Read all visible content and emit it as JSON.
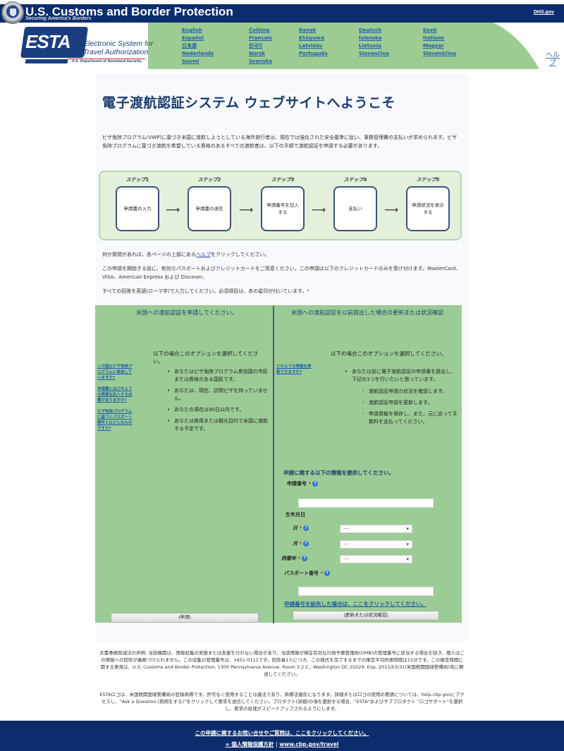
{
  "header": {
    "agency_title": "U.S. Customs and Border Protection",
    "agency_subtitle": "Securing America's Borders",
    "dhs_link": "DHS.gov",
    "logo_text": "ESTA",
    "logo_name_line1": "Electronic System for",
    "logo_name_line2": "Travel Authorization",
    "logo_dept": "U.S. Department of Homeland Security",
    "help_link": "ヘルプ"
  },
  "languages": [
    [
      "English",
      "Español",
      "日本語",
      "Nederlands",
      "Suomi"
    ],
    [
      "Čeština",
      "Français",
      "한국어",
      "Norsk",
      "Svenska"
    ],
    [
      "Dansk",
      "Ελληνικά",
      "Latviešu",
      "Português"
    ],
    [
      "Deutsch",
      "Íslenska",
      "Lietuvių",
      "Slovenčina"
    ],
    [
      "Eesti",
      "Italiano",
      "Magyar",
      "Slovenščina"
    ]
  ],
  "main": {
    "title": "電子渡航認証システム ウェブサイトへようこそ",
    "intro": "ビザ免除プログラム(VWP)に基づき米国に渡航しようとしている海外旅行者は、現在では強化された安全基準に従い、事務管理費の支払いが求められます。ビザ免除プログラムに基づき渡航を希望している資格のあるすべての渡航者は、以下の手順で渡航認証を申請する必要があります。",
    "steps": [
      {
        "label": "ステップ1",
        "text": "申請書の入力"
      },
      {
        "label": "ステップ2",
        "text": "申請書の送信"
      },
      {
        "label": "ステップ3",
        "text": "申請番号を記入する"
      },
      {
        "label": "ステップ4",
        "text": "支払い"
      },
      {
        "label": "ステップ5",
        "text": "申請状況を表示する"
      }
    ],
    "arrow": "⟶",
    "help_note_before": "何か質問があれば、各ページの上部にある",
    "help_note_link": "ヘルプ",
    "help_note_after": "をクリックしてください。",
    "card_note": "この申請を開始する前に、有効なパスポートおよびクレジットカードをご用意ください。この申請は以下のクレジットカードのみを受け付けます。MasterCard、VISA、American Express および Discover。",
    "required_note": "すべての回答を英語(ローマ字)で入力してください。必須項目は、赤の星印が付いています。",
    "required_mark": "*"
  },
  "left_panel": {
    "title": "米国への渡航認証を申請してください。",
    "side_links": [
      "この国はビザ免除プログラムに参加していますか?",
      "申請書にはどのような情報を記入する必要がありますか?",
      "ビザ免除プログラムに基づくパスポート要件とはどんなものですか?"
    ],
    "lead": "以下の場合このオプションを選択してください。",
    "bullets": [
      "あなたはビザ免除プログラム参加国の市民または資格のある国民です。",
      "あなたは、現在、訪問ビザを持っていません。",
      "あなたの滞在は90日以内です。",
      "あなたは商用または観光目的で米国に渡航する予定です。"
    ],
    "button": "(申請)"
  },
  "right_panel": {
    "title": "米国への渡航認証を以前提出した場合の更新または状況確認",
    "side_links": [
      "どのような情報を更新できますか?"
    ],
    "lead": "以下の場合このオプションを選択してください。",
    "bullet": "あなたは前に電子渡航認証の申請書を提出し、下記の1つを行いたいと思っています。",
    "sub_bullets": [
      "渡航認証申請の状況を確認します。",
      "渡航認証申請を更新します。",
      "申請情報を保存し、また、元に戻って手数料を支払ってください。"
    ],
    "form_title": "申請に関する以下の情報を提供してください。",
    "fields": {
      "application_number": {
        "label": "申請番号",
        "value": ""
      },
      "dob_label": "生年月日",
      "day": {
        "label": "日",
        "value": "----"
      },
      "month": {
        "label": "月",
        "value": "----"
      },
      "year": {
        "label": "西暦年",
        "value": "----"
      },
      "passport_number": {
        "label": "パスポート番号",
        "value": ""
      }
    },
    "lost_link": "申請番号を紛失した場合は、ここをクリックしてください。",
    "button": "(更新または状況確認)"
  },
  "legal": {
    "paragraph1": "文書事務削減法の声明: 当該機関は、情報収集の実施または支援を行わない場合があり、当該情報が現在有効な行政予算管理局(OMB)の管理番号に該当する場合を除き、個人はこの情報への回答が義務づけられません。この収集の管理番号は、1651-0111です。回答者1人につき、この様式を完了するまでの推定平均所要時間は15分です。この推定時間に関する意見は、U.S. Customs and Border Protection, 1300 Pennsylvania Avenue, Room 3.2.C., Washington DC 20229. Exp. 2011/03/31(米国税関国境警備局)宛に郵送してください。",
    "paragraph2": "ESTAロゴは、米国税関国境警備局の登録商標です。許可なく使用することは違法であり、商標法違反になります。詳細またはロゴの使用の要請については、help.cbp.govにアクセスし、\"Ask a Question.(質問をする)\"をクリックして要求を送信してください。プロダクト(詳細)の項を選択する場合、\"ESTA\"およびサブプロダクト \"ロゴサポート\"を選択し、要求の処理がスピードアップされるようにします。"
  },
  "footer": {
    "contact_link": "この申請に関するお問い合せやご質問は、ここをクリックしてください。",
    "privacy_link": "= 個人情報保護方針",
    "separator": "|",
    "cbp_link": "www.cbp.gov/travel"
  },
  "colors": {
    "navy": "#0c2d6b",
    "green_panel": "#9ccc96",
    "link": "#1f5ea8",
    "required": "#dd2222"
  }
}
